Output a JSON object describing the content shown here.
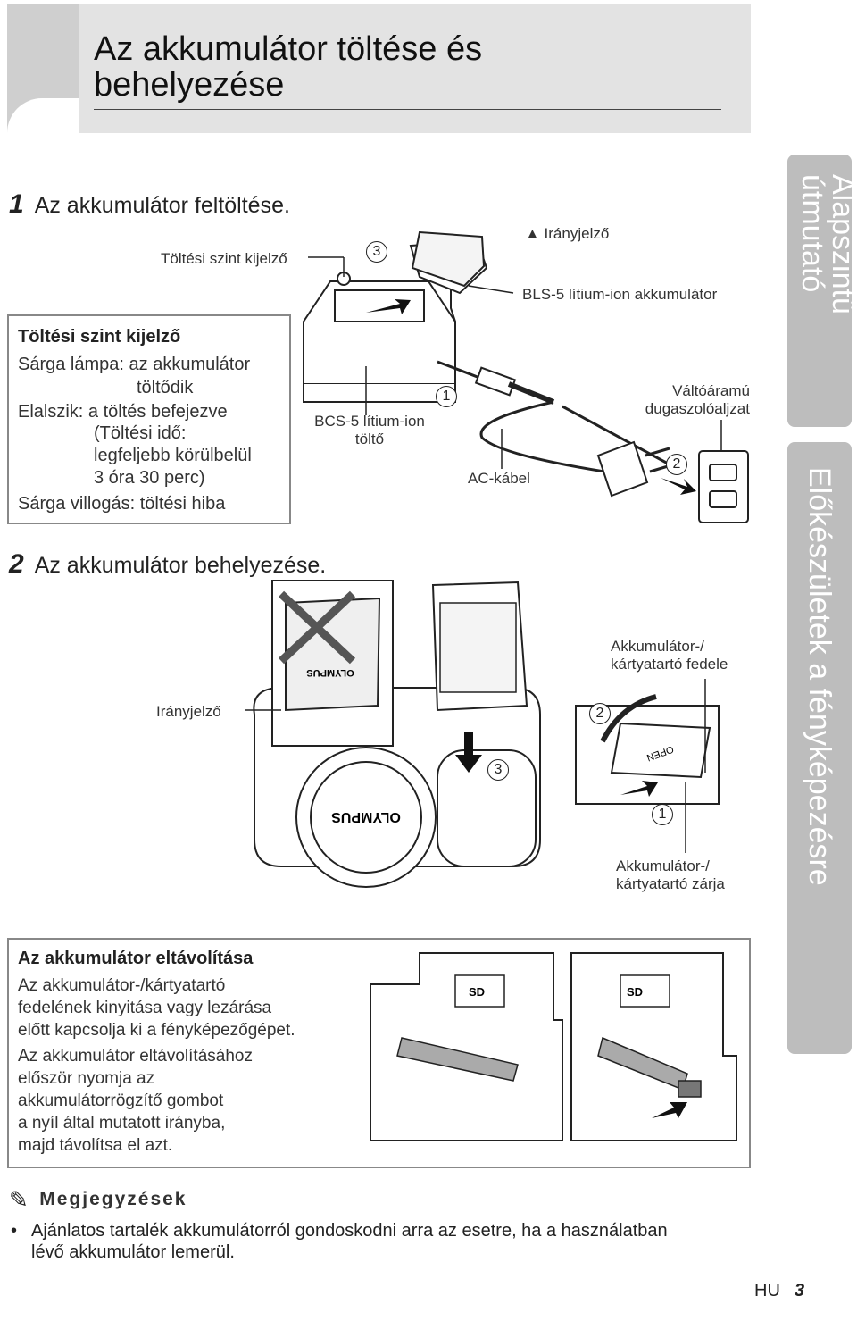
{
  "header": {
    "title": "Az akkumulátor töltése és behelyezése"
  },
  "step1": {
    "number": "1",
    "text": "Az akkumulátor feltöltése."
  },
  "step2": {
    "number": "2",
    "text": "Az akkumulátor behelyezése."
  },
  "charge_box": {
    "title": "Töltési szint kijelző",
    "lines": [
      "Sárga lámpa: az akkumulátor",
      "töltődik",
      "Elalszik: a töltés befejezve",
      "(Töltési idő:",
      "legfeljebb körülbelül",
      "3 óra 30 perc)",
      "Sárga villogás: töltési hiba"
    ]
  },
  "figure1": {
    "label_indicator": "Töltési szint kijelző",
    "label_direction": "▲ Irányjelző",
    "label_battery": "BLS-5 lítium-ion akkumulátor",
    "label_charger": [
      "BCS-5 lítium-ion",
      "töltő"
    ],
    "label_ac_cable": "AC-kábel",
    "label_outlet": [
      "Váltóáramú",
      "dugaszolóaljzat"
    ],
    "num1": "1",
    "num2": "2",
    "num3": "3"
  },
  "figure2": {
    "label_direction": "Irányjelző",
    "label_cover": [
      "Akkumulátor-/",
      "kártyatartó fedele"
    ],
    "label_lock": [
      "Akkumulátor-/",
      "kártyatartó zárja"
    ],
    "brand": "OLYMPUS",
    "open_label": "OPEN",
    "num1": "1",
    "num2": "2",
    "num3": "3"
  },
  "remove_box": {
    "title": "Az akkumulátor eltávolítása",
    "lines": [
      "Az akkumulátor-/kártyatartó",
      "fedelének kinyitása vagy lezárása",
      "előtt kapcsolja ki a fényképezőgépet.",
      "Az akkumulátor eltávolításához",
      "először nyomja az",
      "akkumulátorrögzítő gombot",
      "a nyíl által mutatott irányba,",
      "majd távolítsa el azt."
    ],
    "sd_label": "SD"
  },
  "notes": {
    "title": "Megjegyzések",
    "items": [
      "Ajánlatos tartalék akkumulátorról gondoskodni arra az esetre, ha a használatban",
      "lévő akkumulátor lemerül."
    ]
  },
  "side_tabs": {
    "top": [
      "Alapszintű",
      "útmutató"
    ],
    "bottom": "Előkészületek a fényképezésre"
  },
  "footer": {
    "lang": "HU",
    "page": "3"
  }
}
